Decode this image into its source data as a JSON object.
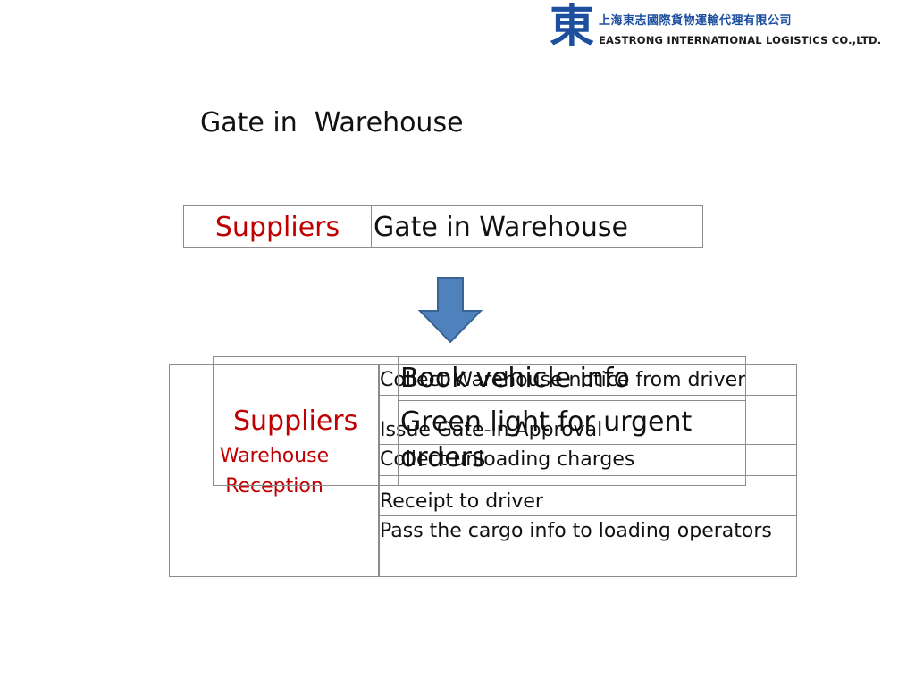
{
  "logo": {
    "mark": "東",
    "company_cn": "上海東志國際貨物運輸代理有限公司",
    "company_en": "EASTRONG INTERNATIONAL LOGISTICS CO.,LTD.",
    "brand_color": "#1d4f9e"
  },
  "title": "Gate in  Warehouse",
  "top_table": {
    "left": "Suppliers",
    "right": "Gate in Warehouse"
  },
  "arrow": {
    "icon": "down-arrow-icon",
    "fill": "#4f81bd",
    "stroke": "#3a6496"
  },
  "reception_table": {
    "label": "Warehouse Reception",
    "rows": [
      "Collect Warehouse notice from driver",
      "Issue Gate-in Approval",
      "Collect unloading charges",
      "Receipt to driver",
      "Pass the cargo info to loading operators"
    ]
  },
  "overlap_table": {
    "left": "Suppliers",
    "rows": [
      "Book vehicle info",
      "Green light for urgent orders"
    ]
  },
  "colors": {
    "accent_red": "#c00000",
    "border": "#8c8c8c"
  }
}
